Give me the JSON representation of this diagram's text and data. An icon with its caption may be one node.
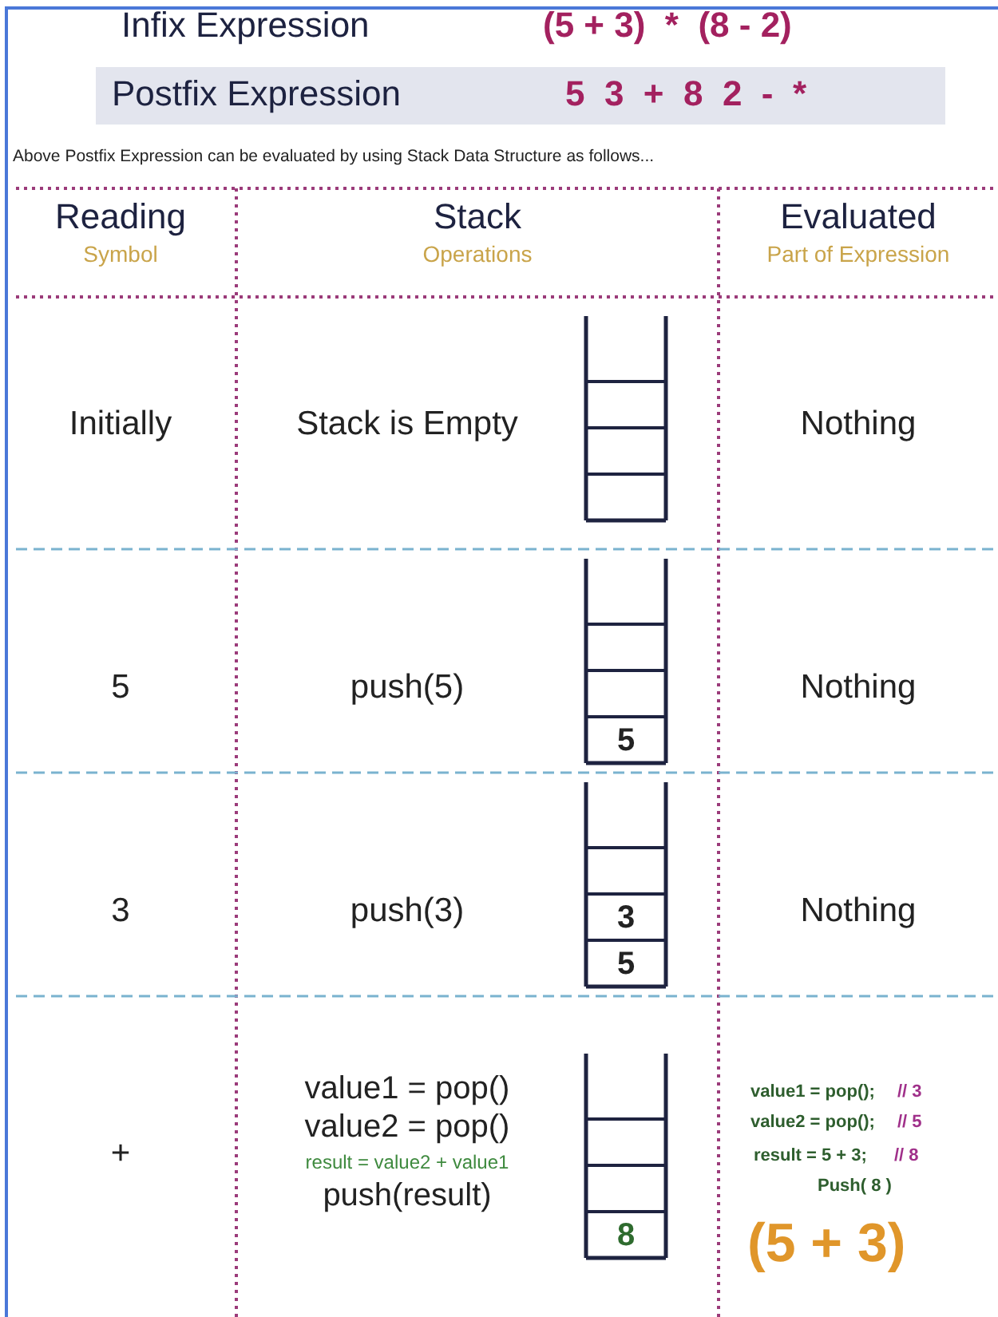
{
  "diagram": {
    "labels": [
      "Infix Expression",
      "(5 + 3)  *  (8 - 2)",
      "Postfix Expression",
      "5  3  +  8  2  -  *",
      "Above Postfix Expression can be evaluated by using Stack Data Structure as follows...",
      "Reading",
      "Symbol",
      "Stack",
      "Operations",
      "Evaluated",
      "Part of Expression",
      "Initially",
      "Stack is Empty",
      "Nothing",
      "5",
      "push(5)",
      "5",
      "Nothing",
      "3",
      "push(3)",
      "3",
      "5",
      "Nothing",
      "+",
      "value1 = pop()",
      "value2 = pop()",
      "result = value2 + value1",
      "push(result)",
      "8",
      "value1 = pop();",
      "// 3",
      "value2 = pop();",
      "// 5",
      "result = 5 + 3;",
      "// 8",
      "Push( 8 )",
      "(5 + 3)"
    ]
  }
}
